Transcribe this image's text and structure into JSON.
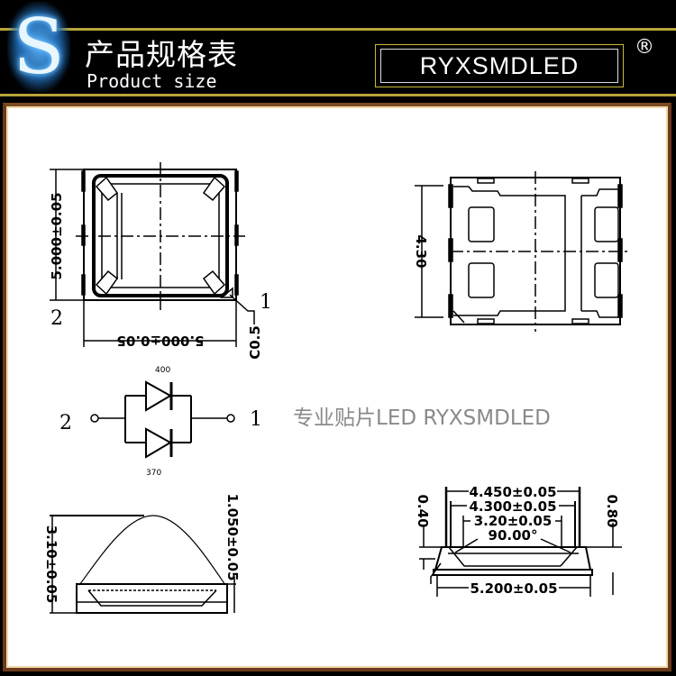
{
  "header": {
    "logo_letter": "S",
    "title_cn": "产品规格表",
    "title_en": "Product size",
    "brand": "RYXSMDLED",
    "registered_mark": "®",
    "accent_color": "#b8a43a"
  },
  "drawings": {
    "top_view": {
      "width_dim": "5.000±0.05",
      "height_dim": "5.000±0.05",
      "chamfer": "C0.5",
      "pin1": "1",
      "pin2": "2"
    },
    "bottom_view": {
      "height_dim": "4.30"
    },
    "circuit": {
      "pin_left": "2",
      "pin_right": "1",
      "diode_top_label": "400",
      "diode_bottom_label": "370"
    },
    "watermark": "专业贴片LED RYXSMDLED",
    "lens_side_view": {
      "total_height": "3.10±0.05",
      "base_height": "1.050±0.05"
    },
    "side_view": {
      "dim1": "4.450±0.05",
      "dim2": "4.300±0.05",
      "dim3": "3.20±0.05",
      "angle": "90.00°",
      "base_width": "5.200±0.05",
      "left_height": "0.40",
      "right_height": "0.80"
    }
  }
}
